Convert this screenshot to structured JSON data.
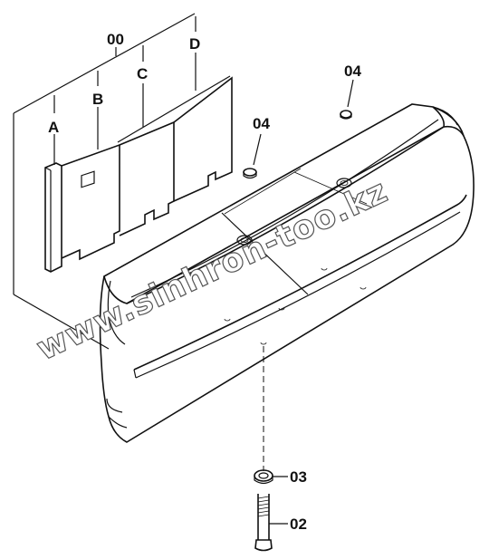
{
  "diagram": {
    "labels": {
      "assembly": "00",
      "plate_a": "A",
      "plate_b": "B",
      "plate_c": "C",
      "plate_d": "D",
      "plug_left": "04",
      "plug_right": "04",
      "washer": "03",
      "bolt": "02"
    },
    "watermark": "www.sinhron-too.kz"
  }
}
